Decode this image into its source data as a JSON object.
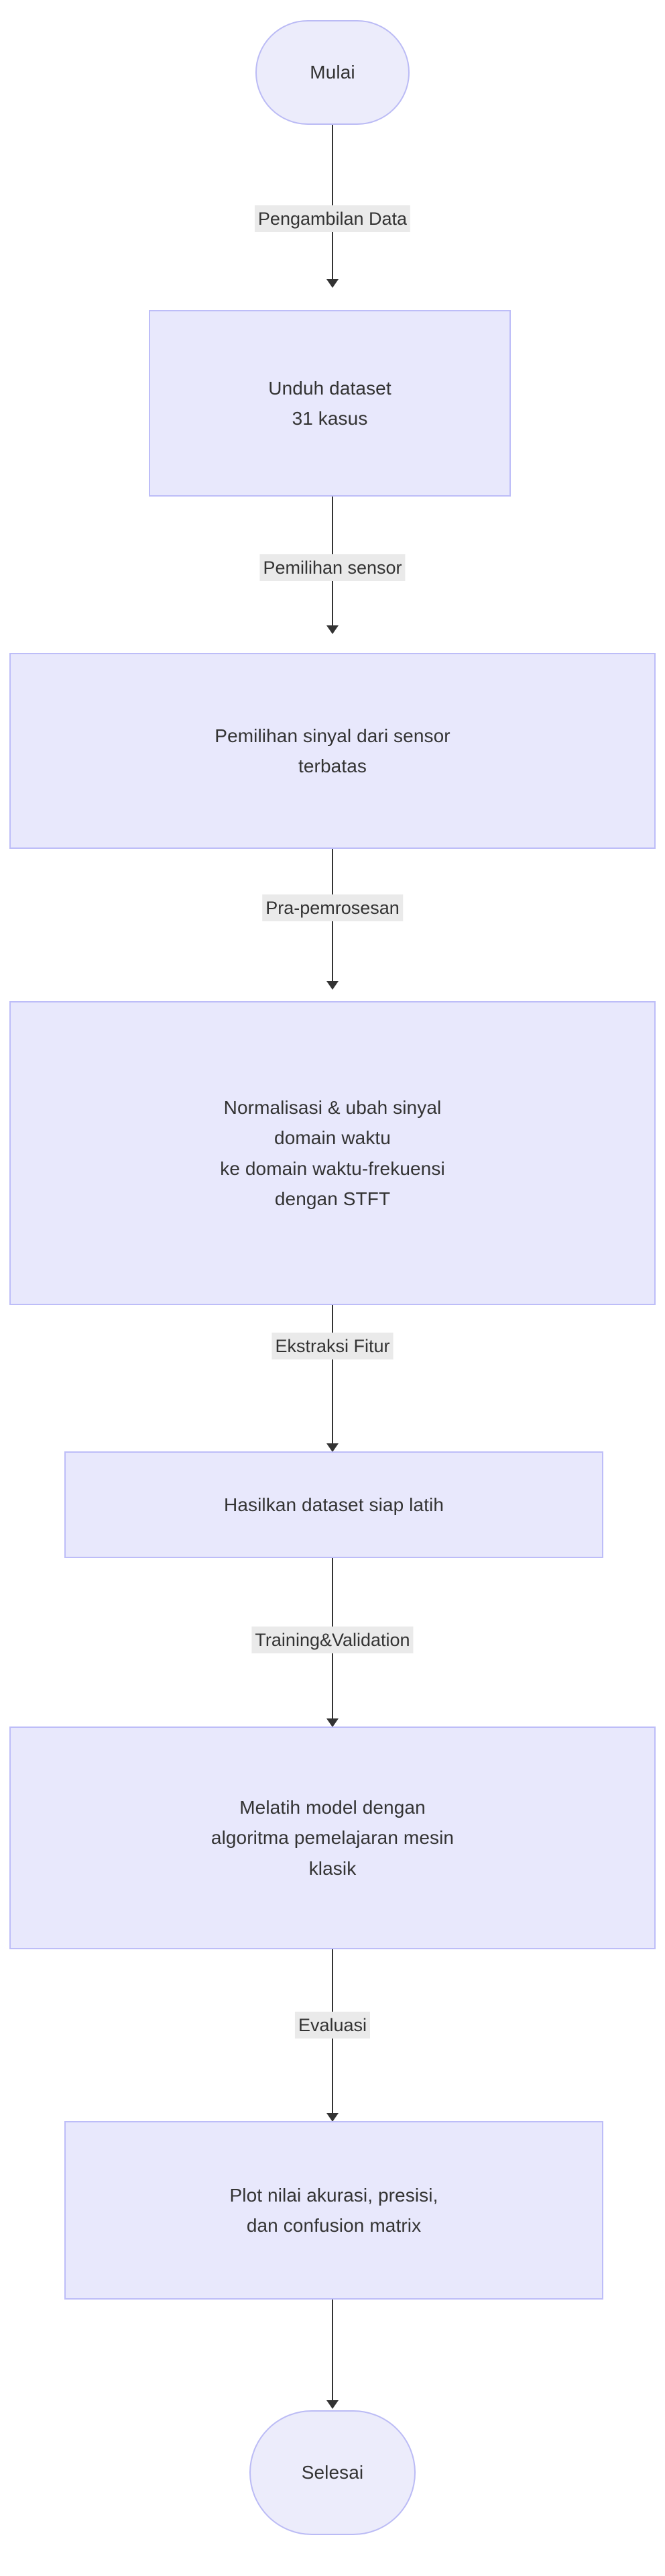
{
  "diagram": {
    "title": "Flowchart metodologi penelitian",
    "language": "id",
    "orientation": "top-to-bottom",
    "colors": {
      "node_fill": "#E8E8FC",
      "node_border": "#BDBDF8",
      "terminator_fill": "#ECECFB",
      "terminator_border": "#BBBBF5",
      "text": "#333333",
      "connector": "#333333",
      "edge_label_background": "#EAEAEA",
      "canvas_background": "#FFFFFF"
    }
  },
  "nodes": [
    {
      "id": "start",
      "shape": "ellipse",
      "lines": [
        "Mulai"
      ]
    },
    {
      "id": "unduh-dataset",
      "shape": "rectangle",
      "lines": [
        "Unduh dataset",
        "31 kasus"
      ]
    },
    {
      "id": "pemilihan-sinyal",
      "shape": "rectangle",
      "lines": [
        "Pemilihan sinyal dari sensor",
        "terbatas"
      ]
    },
    {
      "id": "normalisasi-stft",
      "shape": "rectangle",
      "lines": [
        "Normalisasi & ubah sinyal",
        "domain waktu",
        "ke domain waktu-frekuensi",
        "dengan STFT"
      ]
    },
    {
      "id": "dataset-siap-latih",
      "shape": "rectangle",
      "lines": [
        "Hasilkan dataset siap latih"
      ]
    },
    {
      "id": "melatih-model",
      "shape": "rectangle",
      "lines": [
        "Melatih model dengan",
        "algoritma pemelajaran mesin",
        "klasik"
      ]
    },
    {
      "id": "plot-evaluasi",
      "shape": "rectangle",
      "lines": [
        "Plot nilai akurasi, presisi,",
        "dan confusion matrix"
      ]
    },
    {
      "id": "end",
      "shape": "stadium",
      "lines": [
        "Selesai"
      ]
    }
  ],
  "edges": [
    {
      "from": "start",
      "to": "unduh-dataset",
      "label": "Pengambilan Data"
    },
    {
      "from": "unduh-dataset",
      "to": "pemilihan-sinyal",
      "label": "Pemilihan sensor"
    },
    {
      "from": "pemilihan-sinyal",
      "to": "normalisasi-stft",
      "label": "Pra-pemrosesan"
    },
    {
      "from": "normalisasi-stft",
      "to": "dataset-siap-latih",
      "label": "Ekstraksi Fitur"
    },
    {
      "from": "dataset-siap-latih",
      "to": "melatih-model",
      "label": "Training&Validation"
    },
    {
      "from": "melatih-model",
      "to": "plot-evaluasi",
      "label": "Evaluasi"
    },
    {
      "from": "plot-evaluasi",
      "to": "end",
      "label": ""
    }
  ]
}
